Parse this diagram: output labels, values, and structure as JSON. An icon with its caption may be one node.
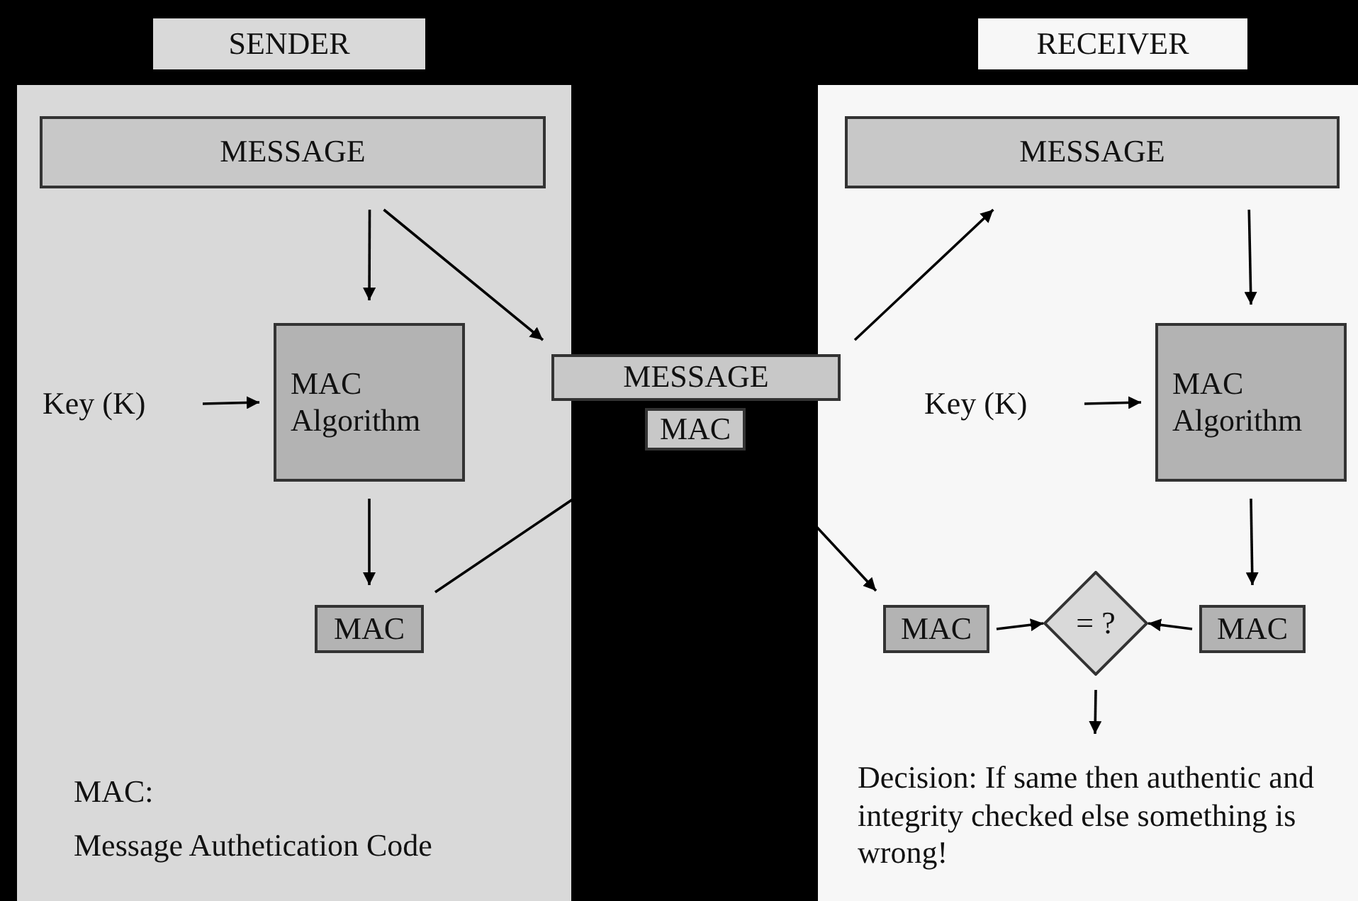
{
  "diagram": {
    "nodes": [
      {
        "text": [
          "SENDER"
        ]
      },
      {
        "text": [
          "RECEIVER"
        ]
      },
      {
        "text": [
          "MESSAGE"
        ],
        "in": 0
      },
      {
        "text": [
          "Key (K)"
        ],
        "in": 0
      },
      {
        "text": [
          "MAC Algorithm"
        ],
        "in": 0
      },
      {
        "text": [
          "MAC"
        ],
        "in": 0
      },
      {
        "text": [
          "MESSAGE"
        ]
      },
      {
        "text": [
          "MAC"
        ]
      },
      {
        "text": [
          "MESSAGE"
        ],
        "in": 1
      },
      {
        "text": [
          "Key (K)"
        ],
        "in": 1
      },
      {
        "text": [
          "MAC Algorithm"
        ],
        "in": 1
      },
      {
        "text": [
          "MAC"
        ],
        "in": 1
      },
      {
        "text": [
          "= ?"
        ],
        "in": 1
      },
      {
        "text": [
          "MAC"
        ],
        "in": 1
      },
      {
        "text": [
          "Decision: If same then authentic and integrity checked else something is wrong!"
        ],
        "in": 1
      }
    ],
    "edges": [
      {
        "from": 2,
        "to": 4,
        "arrow": "to"
      },
      {
        "from": 2,
        "to": 6,
        "arrow": "to"
      },
      {
        "from": 3,
        "to": 4,
        "arrow": "to"
      },
      {
        "from": 4,
        "to": 5,
        "arrow": "to"
      },
      {
        "from": 5,
        "to": 7,
        "arrow": "none"
      },
      {
        "from": 6,
        "to": 8,
        "arrow": "to"
      },
      {
        "from": 7,
        "to": 11,
        "arrow": "to"
      },
      {
        "from": 8,
        "to": 10,
        "arrow": "to"
      },
      {
        "from": 9,
        "to": 10,
        "arrow": "to"
      },
      {
        "from": 10,
        "to": 13,
        "arrow": "to"
      },
      {
        "from": 11,
        "to": 12,
        "arrow": "to"
      },
      {
        "from": 13,
        "to": 12,
        "arrow": "to"
      },
      {
        "from": 12,
        "to": 14,
        "arrow": "to"
      }
    ],
    "labels": [
      "MAC:",
      "Message Authetication Code"
    ]
  }
}
